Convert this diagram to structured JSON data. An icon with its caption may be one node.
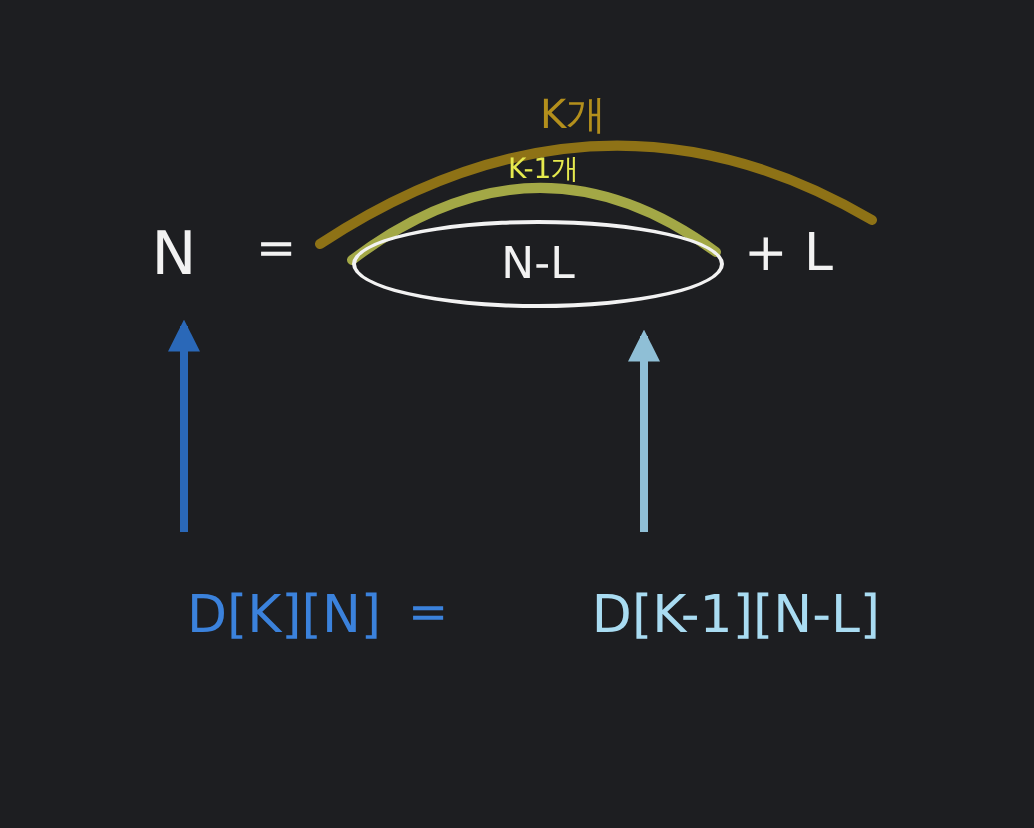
{
  "diagram": {
    "nodes": [
      {
        "text": [
          "N"
        ]
      },
      {
        "text": [
          "N-L"
        ]
      },
      {
        "text": [
          "D[K][N]"
        ]
      },
      {
        "text": [
          "D[K-1][N-L]"
        ]
      }
    ],
    "edges": [
      {
        "from": 2,
        "to": 0,
        "arrow": "to",
        "color": "#2a68b8"
      },
      {
        "from": 3,
        "to": 1,
        "arrow": "to",
        "color": "#8fbfd6"
      }
    ],
    "labels": [
      "K개",
      "K-1개",
      "=",
      "+ L",
      "="
    ]
  }
}
